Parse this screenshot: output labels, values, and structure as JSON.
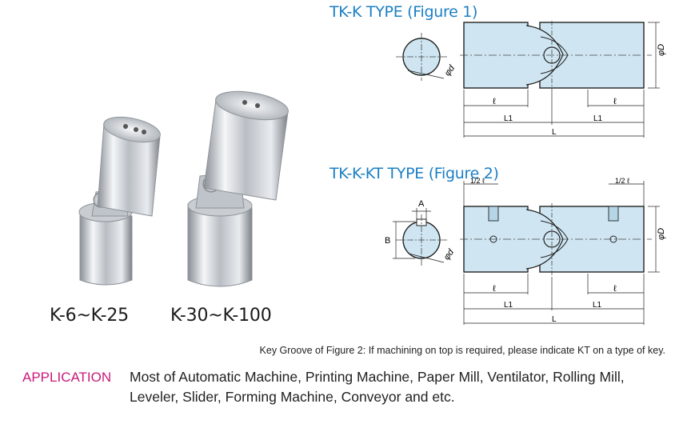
{
  "figure1": {
    "title": "TK-K TYPE (Figure 1)"
  },
  "figure2": {
    "title": "TK-K-KT TYPE (Figure 2)"
  },
  "photos": {
    "label_small": "K-6~K-25",
    "label_large": "K-30~K-100"
  },
  "dims": {
    "diameter_d": "φd",
    "diameter_D": "φD",
    "length_l": "ℓ",
    "length_L1": "L1",
    "length_L": "L",
    "half_l": "1/2 ℓ",
    "key_A": "A",
    "key_B": "B"
  },
  "note": "Key Groove of Figure 2: If machining on top is required, please indicate KT on a type of key.",
  "application": {
    "label": "APPLICATION",
    "line1": "Most of Automatic Machine, Printing Machine, Paper Mill, Ventilator, Rolling Mill,",
    "line2": "Leveler, Slider, Forming Machine, Conveyor and etc."
  },
  "colors": {
    "title_blue": "#1b7fc4",
    "body_fill": "#cfe6f2",
    "application_label": "#c8197a"
  }
}
